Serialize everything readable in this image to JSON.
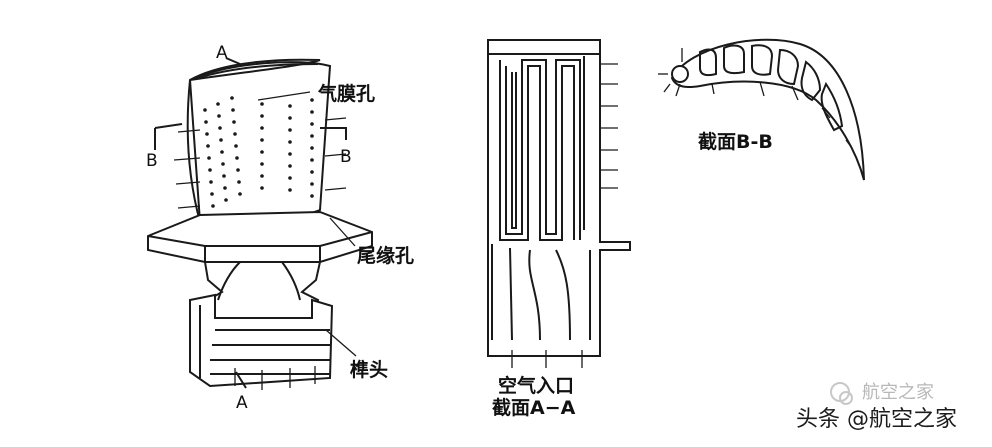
{
  "labels": {
    "film_holes": "气膜孔",
    "trailing_edge_holes": "尾缘孔",
    "tenon": "榫头",
    "air_inlet": "空气入口",
    "section_aa": "截面A−A",
    "section_bb": "截面B-B",
    "a_top": "A",
    "a_bottom": "A",
    "b_left": "B",
    "b_right": "B"
  },
  "watermark": {
    "faint": "航空之家",
    "main": "头条 @航空之家"
  },
  "icons": {
    "watermark_logo": "circle-chat-icon"
  }
}
